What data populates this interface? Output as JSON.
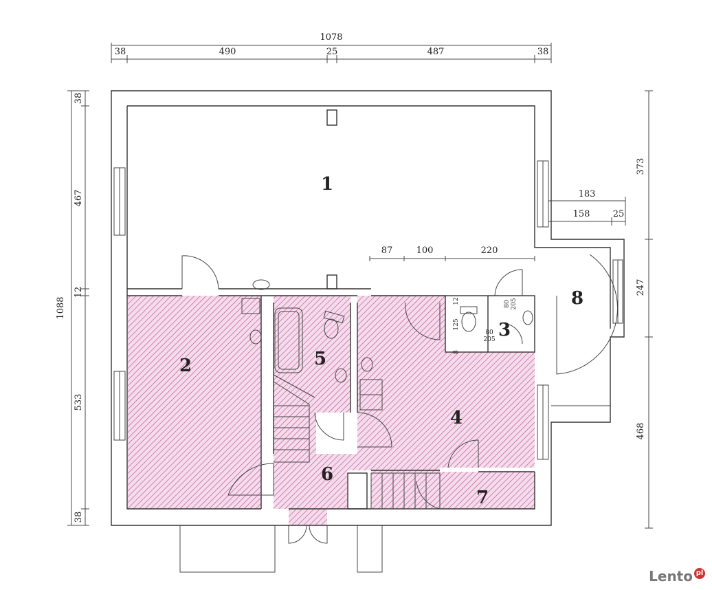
{
  "dimensions": {
    "top_total": "1078",
    "top_segments": [
      "38",
      "490",
      "25",
      "487",
      "38"
    ],
    "left_total": "1088",
    "left_segments": [
      "38",
      "467",
      "12",
      "533",
      "38"
    ],
    "right_segments": [
      "373",
      "247",
      "468"
    ],
    "entrance_183": "183",
    "entrance_158": "158",
    "entrance_25": "25",
    "inner_87": "87",
    "inner_100": "100",
    "inner_220": "220",
    "wc_125": "125",
    "wc_12": "12",
    "wc_8": "8",
    "wc_door_a": [
      "80",
      "205"
    ],
    "wc_door_b": [
      "80",
      "205"
    ]
  },
  "rooms": [
    "1",
    "2",
    "3",
    "4",
    "5",
    "6",
    "7",
    "8"
  ],
  "colors": {
    "hatch": "#c0508f",
    "hatch_bg": "#f3d6ea",
    "wall": "#333333"
  },
  "watermark": {
    "text": "Lento",
    "badge": "pl"
  }
}
